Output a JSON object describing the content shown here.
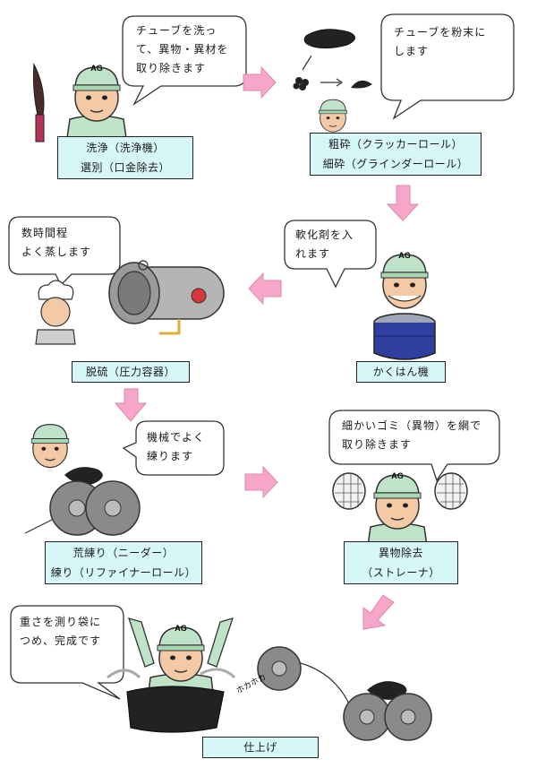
{
  "steps": [
    {
      "id": "wash",
      "label_lines": [
        "洗浄（洗浄機）",
        "選別（口金除去）"
      ],
      "bubble_lines": [
        "チューブを洗っ",
        "て、異物・異材を",
        "取り除きます"
      ]
    },
    {
      "id": "crush",
      "label_lines": [
        "粗砕（クラッカーロール）",
        "細砕（グラインダーロール）"
      ],
      "bubble_lines": [
        "チューブを粉末に",
        "します"
      ]
    },
    {
      "id": "stir",
      "label_lines": [
        "かくはん機"
      ],
      "bubble_lines": [
        "軟化剤を入",
        "れます"
      ]
    },
    {
      "id": "desulfur",
      "label_lines": [
        "脱硫（圧力容器）"
      ],
      "bubble_lines": [
        "数時間程",
        "よく蒸します"
      ]
    },
    {
      "id": "knead",
      "label_lines": [
        "荒練り（ニーダー）",
        "練り（リファイナーロール）"
      ],
      "bubble_lines": [
        "機械でよく",
        "練ります"
      ]
    },
    {
      "id": "strain",
      "label_lines": [
        "異物除去",
        "（ストレーナ）"
      ],
      "bubble_lines": [
        "細かいゴミ（異物）を網で",
        "取り除きます"
      ]
    },
    {
      "id": "finish",
      "label_lines": [
        "仕上げ"
      ],
      "bubble_lines": [
        "重さを測り袋に",
        "つめ、完成です"
      ]
    }
  ],
  "cap_text": "AG",
  "steam_text": "ホカホカ",
  "colors": {
    "label_bg": "#d7f6f8",
    "arrow": "#f7a6c9",
    "cap": "#bfe3c8",
    "skin": "#f3c9a6",
    "rubber": "#222222",
    "roller": "#8a8a8a",
    "drum": "#2f3fa0"
  }
}
